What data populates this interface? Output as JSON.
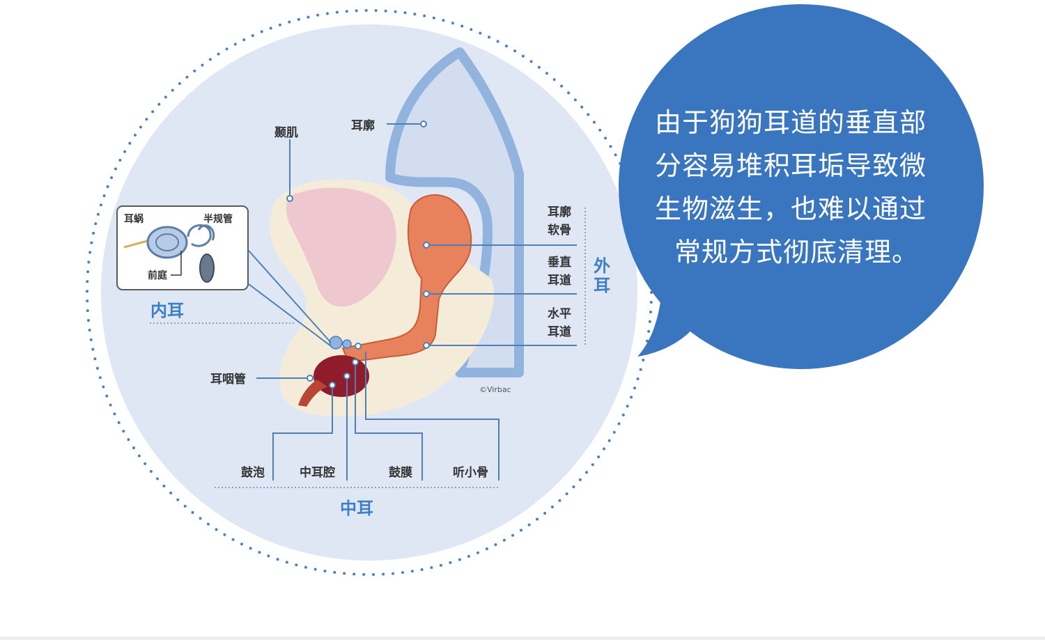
{
  "bubble": {
    "lines": [
      "由于狗狗耳道的垂直部",
      "分容易堆积耳垢导致微",
      "生物滋生，也难以通过",
      "常规方式彻底清理。"
    ],
    "color": "#3a76bf"
  },
  "diagram": {
    "labels": {
      "temporal_muscle": "颞肌",
      "pinna": "耳廓",
      "pinna_cartilage_1": "耳廓",
      "pinna_cartilage_2": "软骨",
      "vertical_canal_1": "垂直",
      "vertical_canal_2": "耳道",
      "horizontal_canal_1": "水平",
      "horizontal_canal_2": "耳道",
      "outer_ear_1": "外",
      "outer_ear_2": "耳",
      "inner_ear": "内耳",
      "eustachian_tube": "耳咽管",
      "bulla": "鼓泡",
      "middle_ear_cavity": "中耳腔",
      "eardrum": "鼓膜",
      "ossicles": "听小骨",
      "middle_ear": "中耳",
      "copyright": "©Virbac"
    },
    "inset": {
      "cochlea": "耳蜗",
      "semicircular_canals": "半规管",
      "vestibule": "前庭"
    },
    "colors": {
      "circle_fill": "#dfe7f5",
      "tissue": "#f4ecd8",
      "muscle": "#efc7cf",
      "canal": "#e8825c",
      "middle_ear": "#8e1c2a",
      "accent": "#3d7ec5"
    }
  }
}
